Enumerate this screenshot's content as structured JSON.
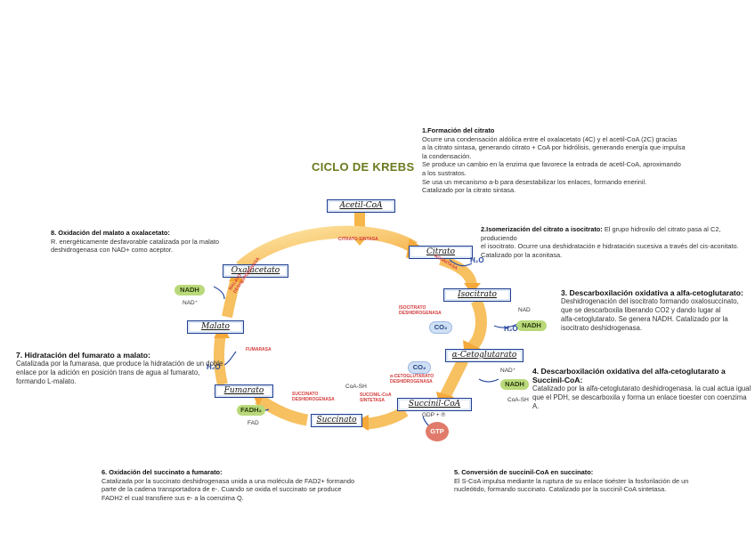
{
  "title": "CICLO DE KREBS",
  "nodes": {
    "acetil": "Acetil-CoA",
    "citrato": "Citrato",
    "isocitrato": "Isocitrato",
    "cetoglutarato": "α-Cetoglutarato",
    "succinil": "Succinil-CoA",
    "succinato": "Succinato",
    "fumarato": "Fumarato",
    "malato": "Malato",
    "oxalacetato": "Oxalacetato"
  },
  "cofactors": {
    "nadh_1": "NADH",
    "nad_1": "NAD⁺",
    "nad_2": "NAD",
    "nadh_2": "NADH",
    "co2_1": "CO₂",
    "co2_2": "CO₂",
    "nad_3": "NAD⁺",
    "nadh_3": "NADH",
    "coash_1": "CoA-SH",
    "coash_2": "CoA-SH",
    "gdp": "GDP + ℗",
    "gtp": "GTP",
    "fadh2": "FADH₂",
    "fad": "FAD",
    "h2o_1": "H₂O",
    "h2o_2": "H₂O",
    "h2o_3": "H₂O"
  },
  "enzymes": {
    "citrato_sintasa": "CITRATO SINTASA",
    "aconitasa": "ACONITASA",
    "isocitrato_dh": "ISOCITRATO DESHIDROGENASA",
    "cetoglutarato_dh": "α-CETOGLUTARATO DESHIDROGENASA",
    "succinil_sintetasa": "SUCCINIL-CoA SINTETASA",
    "succinato_dh": "SUCCINATO DESHIDROGENASA",
    "fumarasa": "FUMARASA",
    "malato_dh": "MALATO DESHIDROGENASA"
  },
  "steps": {
    "s1": {
      "heading": "1.Formación del citrato",
      "lines": [
        "Ocurre una condensación aldólica entre el oxalacetato (4C) y el acetil-CoA (2C) gracias",
        "a la citrato sintasa, generando citrato + CoA por hidrólisis, generando energía que impulsa",
        "la condensación.",
        "Se produce un cambio en la enzima que favorece la entrada de acetil-CoA, aproximando",
        "a los sustratos.",
        "Se usa un mecanismo a-b para desestabilizar los enlaces, formando enerinil.",
        "Catalizado por la citrato sintasa."
      ]
    },
    "s2": {
      "heading": "2.Isomerización del citrato a isocitrato:",
      "lines": [
        "El grupo hidroxilo del citrato pasa al C2, produciendo",
        "el isocitrato. Ocurre una deshidratación e hidratación sucesiva a través del cis-aconitato.",
        "Catalizado por la aconitasa."
      ]
    },
    "s3": {
      "heading": "3. Descarboxilación oxidativa a alfa-cetoglutarato:",
      "lines": [
        "Deshidrogenación del isocitrato formando oxalosuccinato,",
        "que se descarboxila liberando CO2 y dando lugar al",
        "alfa-cetoglutarato. Se genera NADH. Catalizado por la",
        "isocitrato deshidrogenasa."
      ]
    },
    "s4": {
      "heading": "4. Descarboxilación oxidativa del alfa-cetoglutarato a Succinil-CoA:",
      "lines": [
        "Catalizado por la alfa-cetoglutarato deshidrogenasa. la cual actua igual",
        "que el PDH, se descarboxila y forma un enlace tioester con coenzima A."
      ]
    },
    "s5": {
      "heading": "5. Conversión de succinil-CoA en succinato:",
      "lines": [
        "El S-CoA impulsa mediante la ruptura de su enlace tioéster la fosforilación de un",
        "nucleótido, formando succinato. Catalizado por la succinil-CoA sintetasa."
      ]
    },
    "s6": {
      "heading": "6. Oxidación del succinato a fumarato:",
      "lines": [
        "Catalizada por la succinato deshidrogenasa unida a una molécula de FAD2+ formando",
        "parte de la cadena transportadora de e-. Cuando se oxida el succinato se produce",
        "FADH2 el cual transfiere sus e- a la coenzima Q."
      ]
    },
    "s7": {
      "heading": "7. Hidratación del fumarato a malato:",
      "lines": [
        "Catalizada por la fumarasa, que produce la hidratación de un doble",
        "enlace por la adición en posición trans de agua al fumarato,",
        "formando L-malato."
      ]
    },
    "s8": {
      "heading": "8. Oxidación del malato a oxalacetato:",
      "lines": [
        "R. energéticamente desfavorable catalizada por la malato",
        "deshidrogenasa con NAD+ como aceptor."
      ]
    }
  },
  "colors": {
    "title": "#6b7a1e",
    "arrow_orange": "#f6b64a",
    "arrow_light": "#fbd98a",
    "node_border": "#1f3f8f",
    "enzyme_red": "#d43d3d",
    "nad_green": "#b9d97a",
    "co2_blue": "#cfe0f6",
    "gtp_red": "#e07b6b"
  }
}
